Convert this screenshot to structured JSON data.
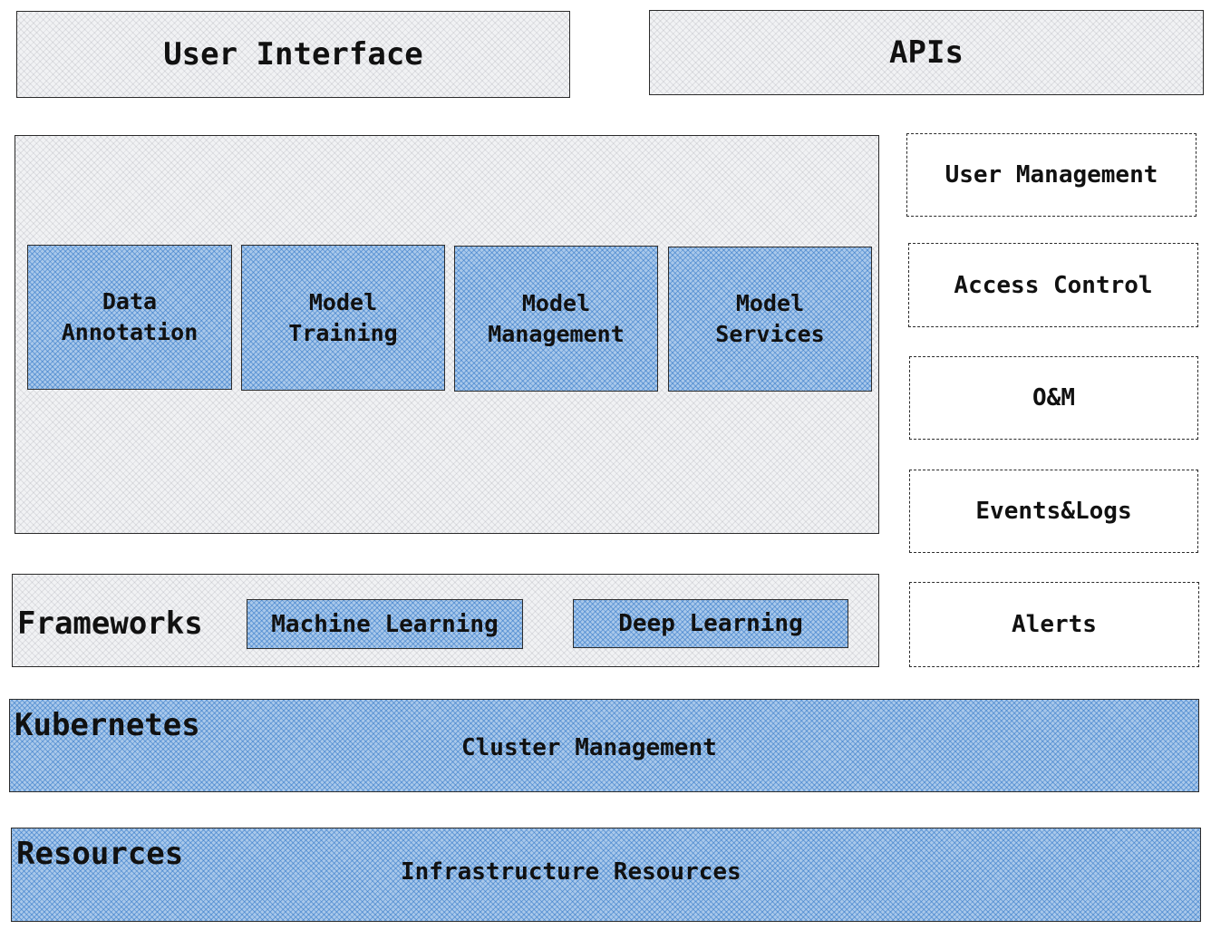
{
  "top": {
    "user_interface": "User Interface",
    "apis": "APIs"
  },
  "platform": {
    "modules": [
      {
        "line1": "Data",
        "line2": "Annotation"
      },
      {
        "line1": "Model",
        "line2": "Training"
      },
      {
        "line1": "Model",
        "line2": "Management"
      },
      {
        "line1": "Model",
        "line2": "Services"
      }
    ]
  },
  "side": {
    "items": [
      "User Management",
      "Access Control",
      "O&M",
      "Events&Logs",
      "Alerts"
    ]
  },
  "frameworks": {
    "title": "Frameworks",
    "items": [
      "Machine Learning",
      "Deep Learning"
    ]
  },
  "kubernetes": {
    "title": "Kubernetes",
    "content": "Cluster Management"
  },
  "resources": {
    "title": "Resources",
    "content": "Infrastructure Resources"
  },
  "colors": {
    "module_fill": "#a9c8ea",
    "panel_fill": "#f1f2f4",
    "stroke": "#2b2b2b"
  }
}
